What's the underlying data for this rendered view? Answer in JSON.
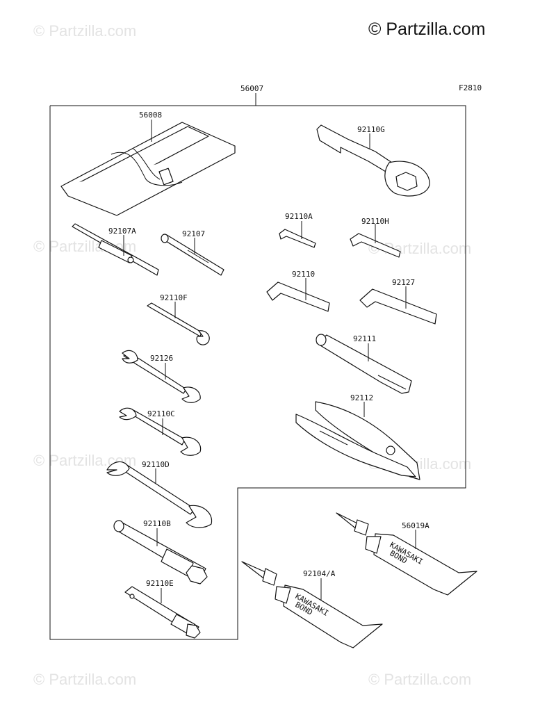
{
  "watermark": {
    "main": "© Partzilla.com",
    "faded": "© Partzilla.com"
  },
  "diagram": {
    "figure_code": "F2810",
    "parts": {
      "kit": "56007",
      "case": "56008",
      "screwdriver_a": "92107A",
      "screwdriver": "92107",
      "wrench_f": "92110F",
      "wrench_92126": "92126",
      "wrench_c": "92110C",
      "wrench_d": "92110D",
      "socket_b": "92110B",
      "socket_e": "92110E",
      "ring_wrench_g": "92110G",
      "hex_a": "92110A",
      "hex_h": "92110H",
      "hex_92110": "92110",
      "hex_92127": "92127",
      "handle": "92111",
      "pliers": "92112",
      "bond_tube_a": "92104/A",
      "bond_tube_b": "56019A"
    },
    "tube_brand": "KAWASAKI",
    "tube_product": "BOND"
  }
}
